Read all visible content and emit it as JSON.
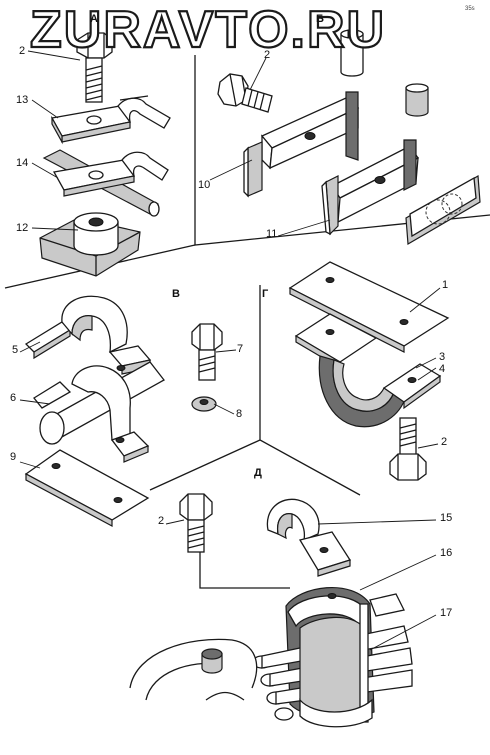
{
  "watermark": "ZURAVTO.RU",
  "corner_mark": "35s",
  "sections": {
    "a": "А",
    "b": "Б",
    "v": "В",
    "g": "Г",
    "d": "Д"
  },
  "labels": {
    "p2a": "2",
    "p13": "13",
    "p14": "14",
    "p12": "12",
    "p2b": "2",
    "p10": "10",
    "p11": "11",
    "p5": "5",
    "p6": "6",
    "p9": "9",
    "p7": "7",
    "p8": "8",
    "p1": "1",
    "p3": "3",
    "p4": "4",
    "p2c": "2",
    "p2d": "2",
    "p15": "15",
    "p16": "16",
    "p17": "17"
  }
}
